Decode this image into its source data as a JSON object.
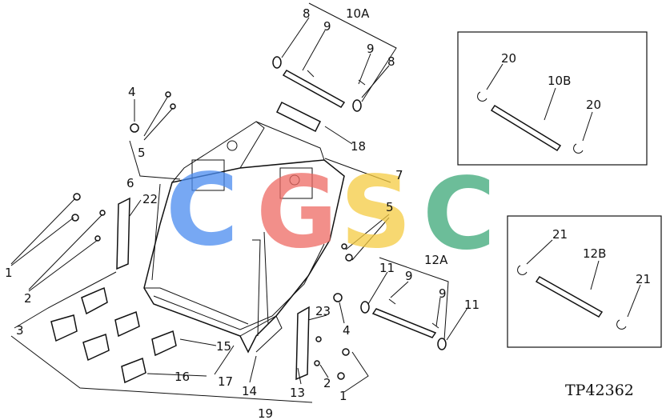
{
  "labels": {
    "l8a": "8",
    "l10A": "10A",
    "l9a": "9",
    "l9b": "9",
    "l8b": "8",
    "l4a": "4",
    "l5a": "5",
    "l18": "18",
    "l6": "6",
    "l22": "22",
    "l7": "7",
    "l5b": "5",
    "l1a": "1",
    "l2a": "2",
    "l3": "3",
    "l11a": "11",
    "l12A": "12A",
    "l9c": "9",
    "l9d": "9",
    "l11b": "11",
    "l23": "23",
    "l4b": "4",
    "l15": "15",
    "l16": "16",
    "l17": "17",
    "l14": "14",
    "l13": "13",
    "l2b": "2",
    "l1b": "1",
    "l19": "19",
    "l20a": "20",
    "l10B": "10B",
    "l20b": "20",
    "l21a": "21",
    "l12B": "12B",
    "l21b": "21"
  },
  "figure_code": "TP42362",
  "watermark": {
    "letters": [
      "C",
      "G",
      "S",
      "C"
    ],
    "colors": [
      "#4a8cf0",
      "#ee6a63",
      "#f5cb42",
      "#3ca878"
    ]
  }
}
